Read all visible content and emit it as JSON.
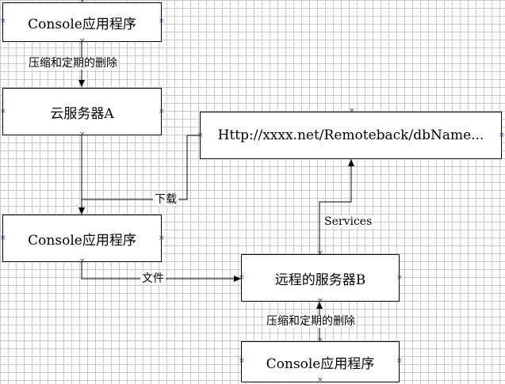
{
  "nodes": {
    "console_top": "Console应用程序",
    "cloud_server": "云服务器A",
    "url": "Http://xxxx.net/Remoteback/dbName...",
    "console_mid": "Console应用程序",
    "remote_server": "远程的服务器B",
    "console_bottom": "Console应用程序"
  },
  "edges": {
    "compress_delete_1": "压缩和定期的删除",
    "download": "下载",
    "services": "Services",
    "file": "文件",
    "compress_delete_2": "压缩和定期的删除"
  }
}
